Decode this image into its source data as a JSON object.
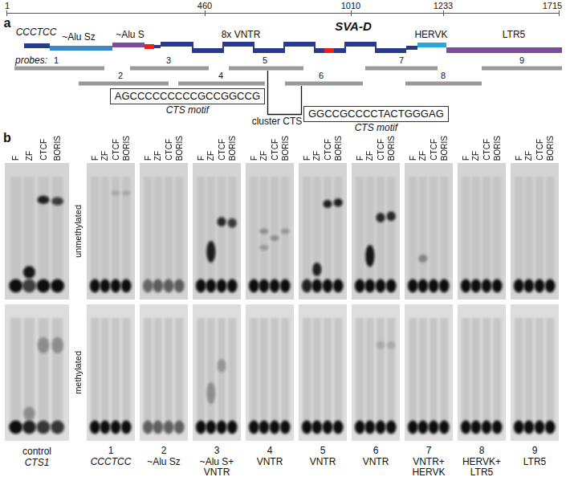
{
  "diagram": {
    "nodes": [
      {
        "text": [
          "AGCCCCCCCCCGCCGGCCG",
          "CTS motif"
        ]
      },
      {
        "text": [
          "GGCCGCCCCTACTGGGAG",
          "CTS motif"
        ]
      }
    ],
    "labels": [
      "a",
      "1",
      "460",
      "1010",
      "1233",
      "1715",
      "SVA-D",
      "CCCTCC",
      "~Alu Sz",
      "~Alu S",
      "8x VNTR",
      "HERVK",
      "LTR5",
      "probes:",
      "1",
      "2",
      "3",
      "4",
      "5",
      "6",
      "7",
      "8",
      "9",
      "cluster CTS",
      "b",
      "F",
      "ZF",
      "CTCF",
      "BORIS",
      "F",
      "ZF",
      "CTCF",
      "BORIS",
      "F",
      "ZF",
      "CTCF",
      "BORIS",
      "F",
      "ZF",
      "CTCF",
      "BORIS",
      "F",
      "ZF",
      "CTCF",
      "BORIS",
      "F",
      "ZF",
      "CTCF",
      "BORIS",
      "F",
      "ZF",
      "CTCF",
      "BORIS",
      "F",
      "ZF",
      "CTCF",
      "BORIS",
      "F",
      "ZF",
      "CTCF",
      "BORIS",
      "F",
      "ZF",
      "CTCF",
      "BORIS",
      "unmethylated",
      "methylated",
      "control",
      "CTS1",
      "1",
      "2",
      "3",
      "4",
      "5",
      "6",
      "7",
      "8",
      "9",
      "CCCTCC",
      "~Alu Sz",
      "~Alu S+ VNTR",
      "VNTR",
      "VNTR",
      "VNTR",
      "VNTR+ HERVK",
      "HERVK+ LTR5",
      "LTR5"
    ]
  }
}
